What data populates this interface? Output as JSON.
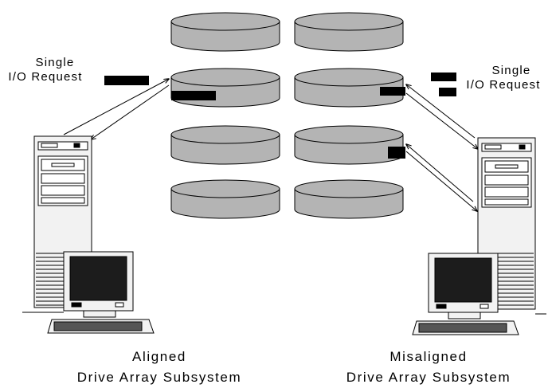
{
  "left_request": {
    "line1": "Single",
    "line2": "I/O Request"
  },
  "right_request": {
    "line1": "Single",
    "line2": "I/O Request"
  },
  "left_caption": {
    "line1": "Aligned",
    "line2": "Drive Array Subsystem"
  },
  "right_caption": {
    "line1": "Misaligned",
    "line2": "Drive Array Subsystem"
  },
  "colors": {
    "disk_fill": "#b4b4b4",
    "outline": "#000000",
    "data_block": "#000000",
    "monitor_screen": "#1c1c1c",
    "case_fill": "#f2f2f2"
  }
}
